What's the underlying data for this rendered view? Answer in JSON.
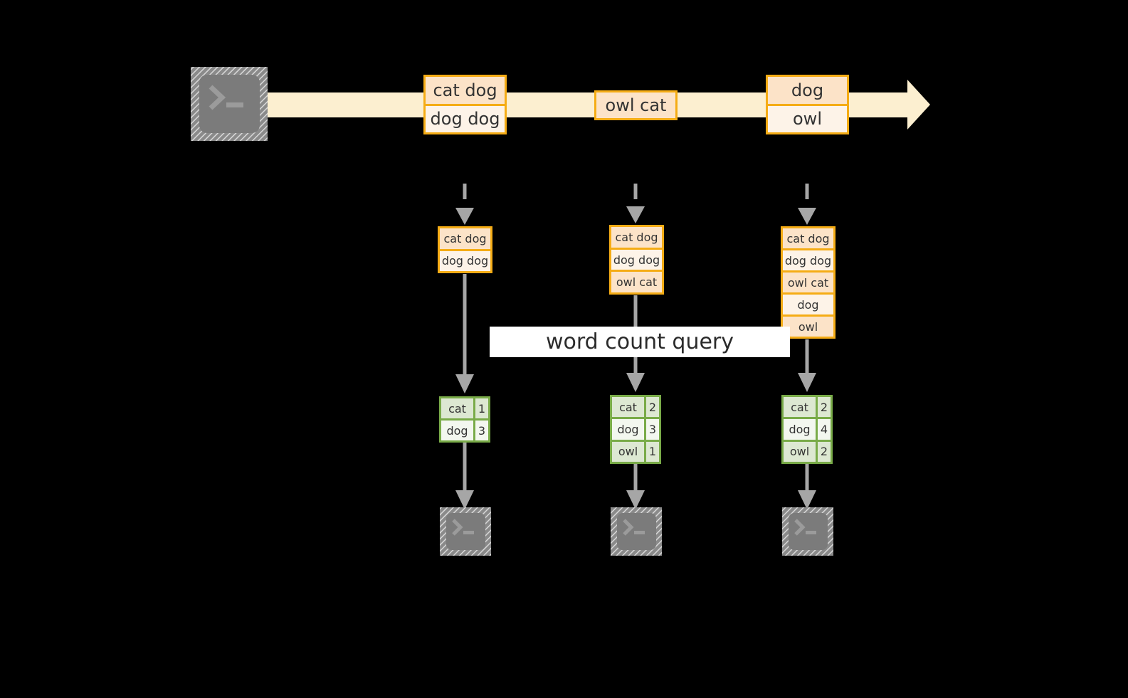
{
  "diagram": {
    "background_color": "#000000",
    "accent_orange": "#f5ac15",
    "accent_green": "#79ab48",
    "band_color": "#fcefd0",
    "icon_gray": "#7b7b7b",
    "arrow_gray": "#a6a6a6"
  },
  "stream": {
    "source_icon": "terminal-icon",
    "arrow_label": "",
    "messages": [
      {
        "id": "msg-1",
        "lines": [
          {
            "text": "cat dog",
            "shade": "dark"
          },
          {
            "text": "dog dog",
            "shade": "light"
          }
        ]
      },
      {
        "id": "msg-2",
        "lines": [
          {
            "text": "owl cat",
            "shade": "dark"
          }
        ]
      },
      {
        "id": "msg-3",
        "lines": [
          {
            "text": "dog",
            "shade": "dark"
          },
          {
            "text": "owl",
            "shade": "light"
          }
        ]
      }
    ]
  },
  "query": {
    "label": "word count query"
  },
  "snapshots": [
    {
      "id": "snapshot-1",
      "input_lines": [
        {
          "text": "cat dog",
          "shade": "dark"
        },
        {
          "text": "dog dog",
          "shade": "light"
        }
      ],
      "result_rows": [
        {
          "word": "cat",
          "count": "1",
          "shade": "dark"
        },
        {
          "word": "dog",
          "count": "3",
          "shade": "light"
        }
      ],
      "sink_icon": "terminal-icon"
    },
    {
      "id": "snapshot-2",
      "input_lines": [
        {
          "text": "cat dog",
          "shade": "dark"
        },
        {
          "text": "dog dog",
          "shade": "light"
        },
        {
          "text": "owl cat",
          "shade": "dark"
        }
      ],
      "result_rows": [
        {
          "word": "cat",
          "count": "2",
          "shade": "dark"
        },
        {
          "word": "dog",
          "count": "3",
          "shade": "light"
        },
        {
          "word": "owl",
          "count": "1",
          "shade": "dark"
        }
      ],
      "sink_icon": "terminal-icon"
    },
    {
      "id": "snapshot-3",
      "input_lines": [
        {
          "text": "cat dog",
          "shade": "dark"
        },
        {
          "text": "dog dog",
          "shade": "light"
        },
        {
          "text": "owl cat",
          "shade": "dark"
        },
        {
          "text": "dog",
          "shade": "light"
        },
        {
          "text": "owl",
          "shade": "dark"
        }
      ],
      "result_rows": [
        {
          "word": "cat",
          "count": "2",
          "shade": "dark"
        },
        {
          "word": "dog",
          "count": "4",
          "shade": "light"
        },
        {
          "word": "owl",
          "count": "2",
          "shade": "dark"
        }
      ],
      "sink_icon": "terminal-icon"
    }
  ]
}
